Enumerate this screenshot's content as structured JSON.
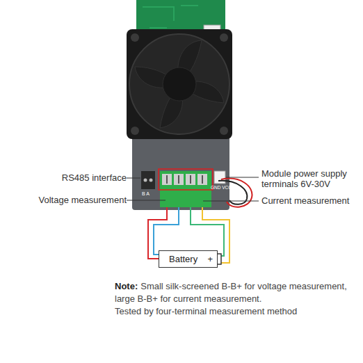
{
  "diagram": {
    "nodes": [
      {
        "text": [
          "Battery",
          "+"
        ]
      }
    ],
    "labels": [
      "RS485 interface",
      "Voltage measurement",
      "B A",
      "GND VCC",
      "Module power supply terminals 6V-30V",
      "Current measurement",
      "Note:",
      "Small silk-screened B-B+ for voltage measurement,",
      "large B-B+ for current measurement.",
      "Tested by four-terminal measurement method"
    ]
  }
}
